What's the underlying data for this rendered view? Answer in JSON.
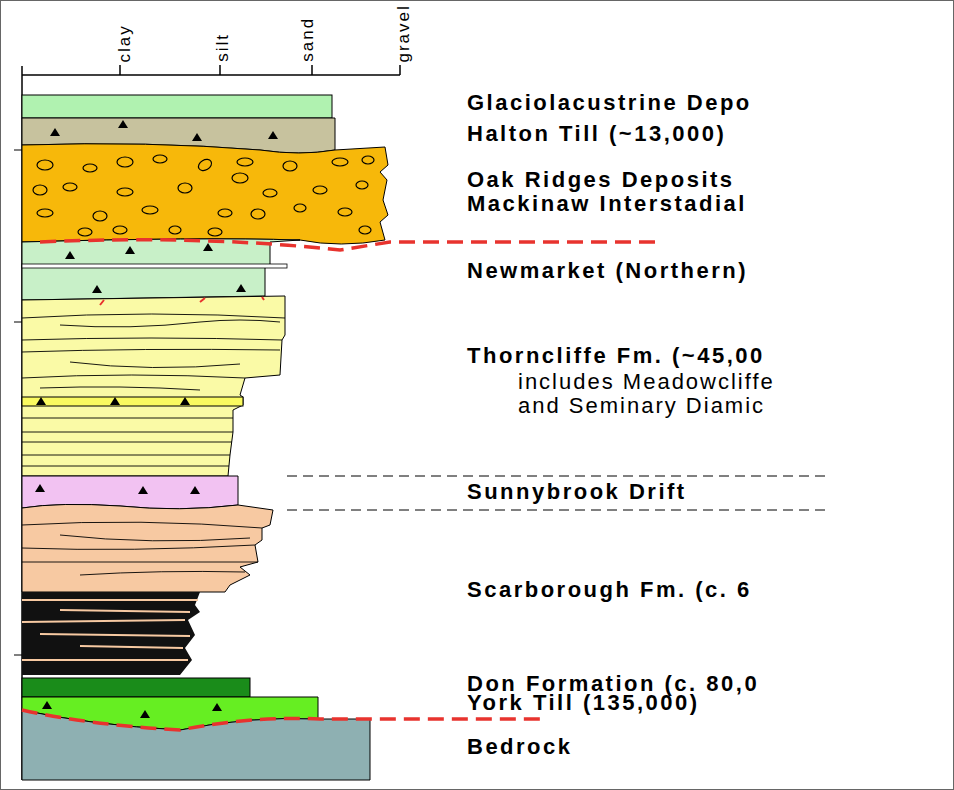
{
  "diagram": {
    "labels": [
      "clay",
      "silt",
      "sand",
      "gravel",
      "Glaciolacustrine Depo",
      "Halton Till (~13,000)",
      "Oak Ridges Deposits",
      "Mackinaw Interstadial",
      "Newmarket (Northern)",
      "Thorncliffe Fm. (~45,00",
      "includes Meadowcliffe",
      "and Seminary Diamic",
      "Sunnybrook Drift",
      "Scarborough Fm. (c. 6",
      "Don Formation (c. 80,0",
      "York Till (135,000)",
      "Bedrock"
    ]
  }
}
